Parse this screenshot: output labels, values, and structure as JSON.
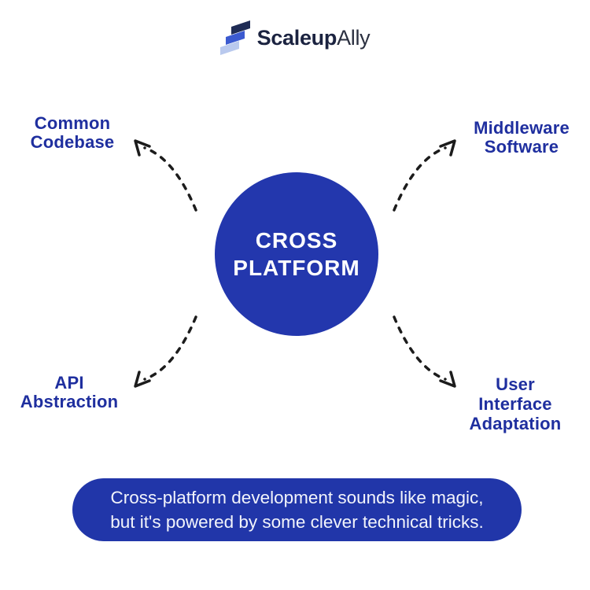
{
  "logo": {
    "brand_bold": "Scaleup",
    "brand_light": "Ally"
  },
  "center_node": {
    "lines": [
      "CROSS",
      "PLATFORM"
    ]
  },
  "labels": {
    "top_left": {
      "lines": [
        "Common",
        "Codebase"
      ]
    },
    "top_right": {
      "lines": [
        "Middleware",
        "Software"
      ]
    },
    "bottom_left": {
      "lines": [
        "API",
        "Abstraction"
      ]
    },
    "bottom_right": {
      "lines": [
        "User",
        "Interface",
        "Adaptation"
      ]
    }
  },
  "caption": {
    "lines": [
      "Cross-platform development sounds like magic,",
      "but it's powered by some clever technical tricks."
    ]
  },
  "colors": {
    "primary_blue": "#2337ad",
    "caption_blue": "#2136a9",
    "label_blue": "#1f2f9f",
    "arrow_black": "#1c1c1c",
    "logo_navy": "#1b2340",
    "logo_ally_dark": "#2b3040",
    "logo_icon_dark": "#1f2c55",
    "logo_icon_mid": "#3b5ad0",
    "logo_icon_light": "#b9c9ee",
    "text_white": "#ffffff",
    "background": "#ffffff"
  }
}
